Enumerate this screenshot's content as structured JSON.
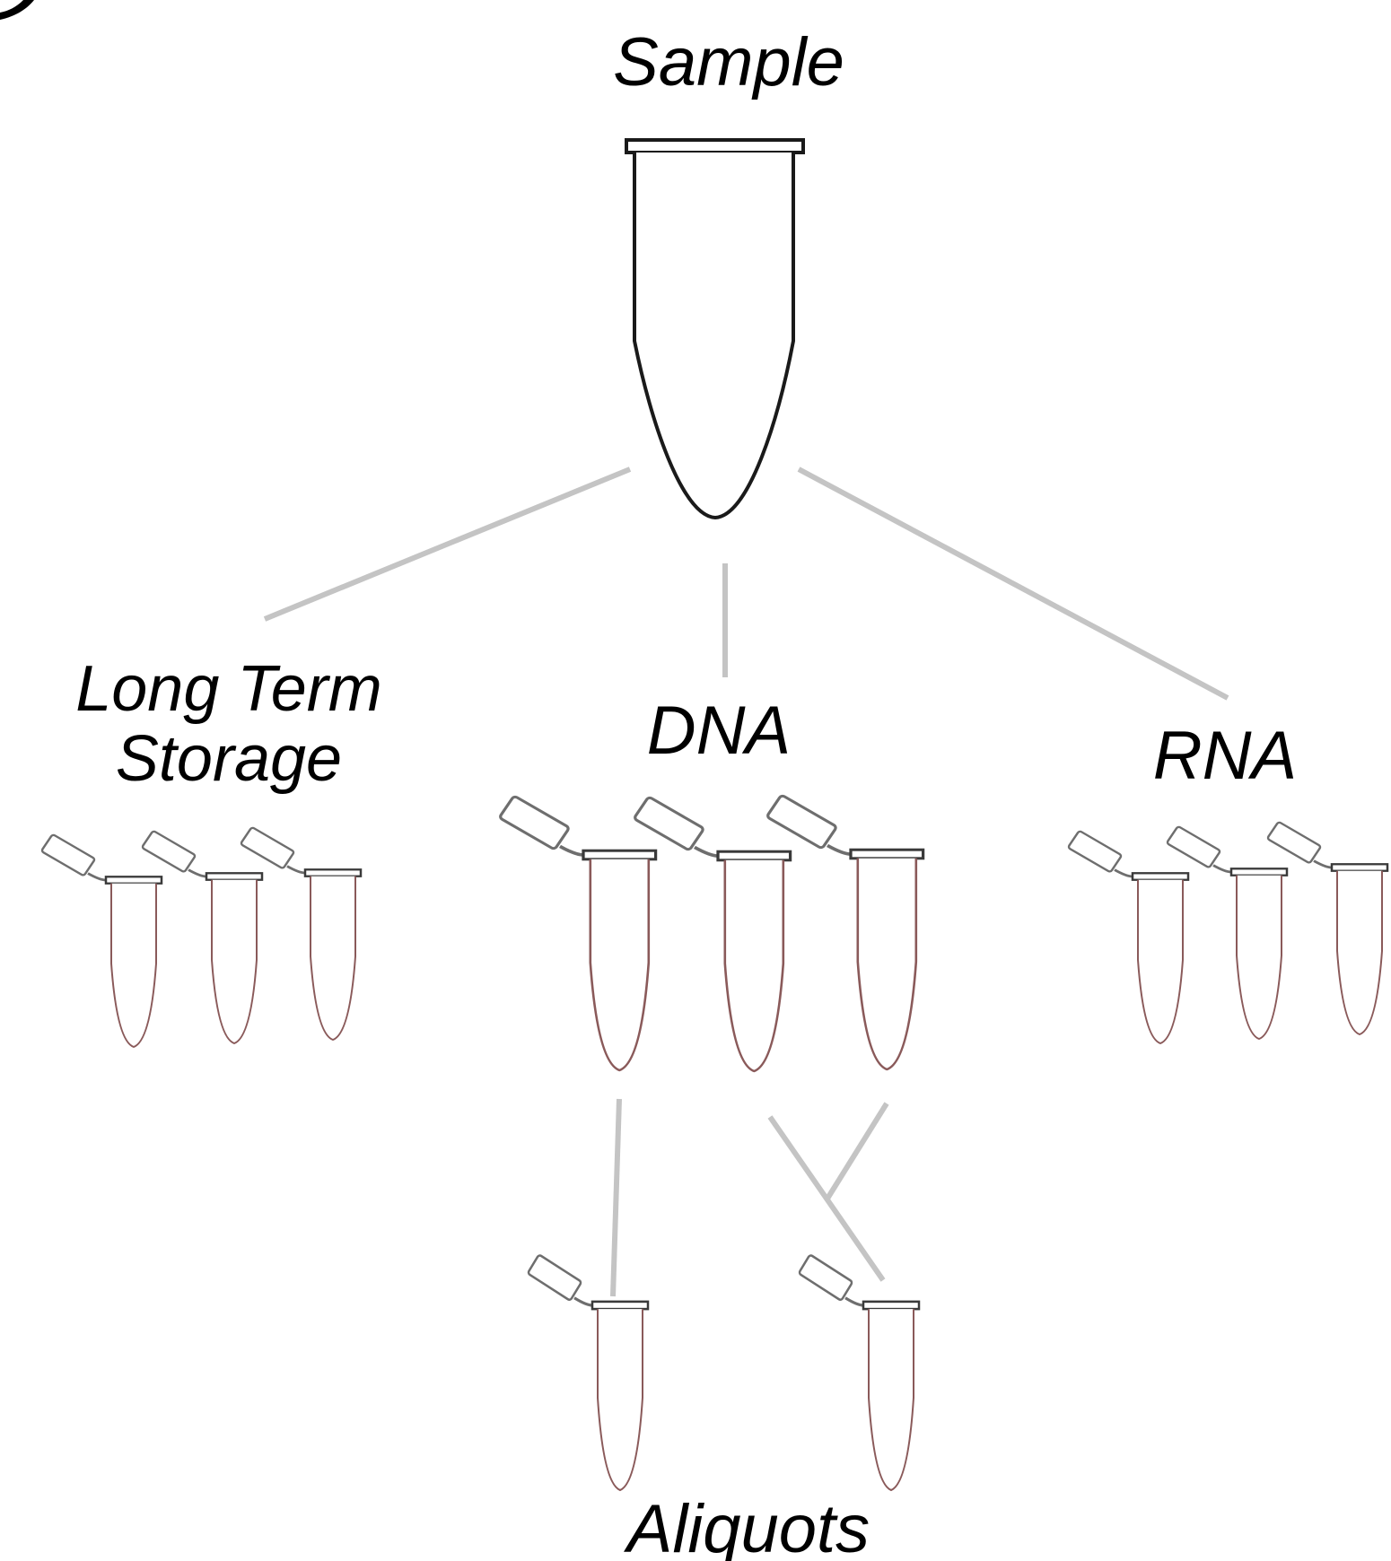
{
  "labels": {
    "sample": "Sample",
    "long_term_line1": "Long Term",
    "long_term_line2": "Storage",
    "dna": "DNA",
    "rna": "RNA",
    "aliquots": "Aliquots"
  },
  "colors": {
    "connector": "#c4c4c4",
    "tube_outline": "#6b4a4a",
    "main_tube_outline": "#1a1a1a",
    "text": "#000000"
  }
}
